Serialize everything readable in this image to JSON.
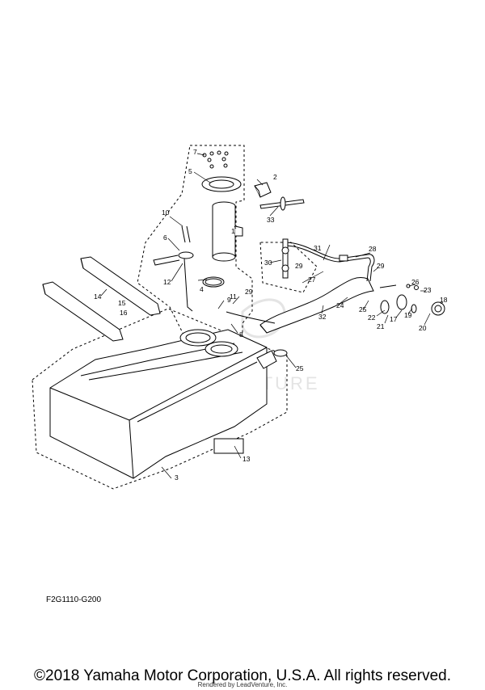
{
  "diagram": {
    "code": "F2G1110-G200",
    "watermark": "LEADVENTURE",
    "callouts": [
      "1",
      "2",
      "3",
      "4",
      "5",
      "6",
      "7",
      "8",
      "9",
      "10",
      "11",
      "12",
      "13",
      "14",
      "15",
      "16",
      "17",
      "18",
      "19",
      "20",
      "21",
      "22",
      "23",
      "24",
      "25",
      "26",
      "27",
      "28",
      "29",
      "30",
      "31",
      "32",
      "33",
      "25",
      "29",
      "29"
    ]
  },
  "footer": {
    "copyright": "©2018 Yamaha Motor Corporation, U.S.A. All rights reserved.",
    "rendered_by": "Rendered by LeadVenture, Inc."
  }
}
